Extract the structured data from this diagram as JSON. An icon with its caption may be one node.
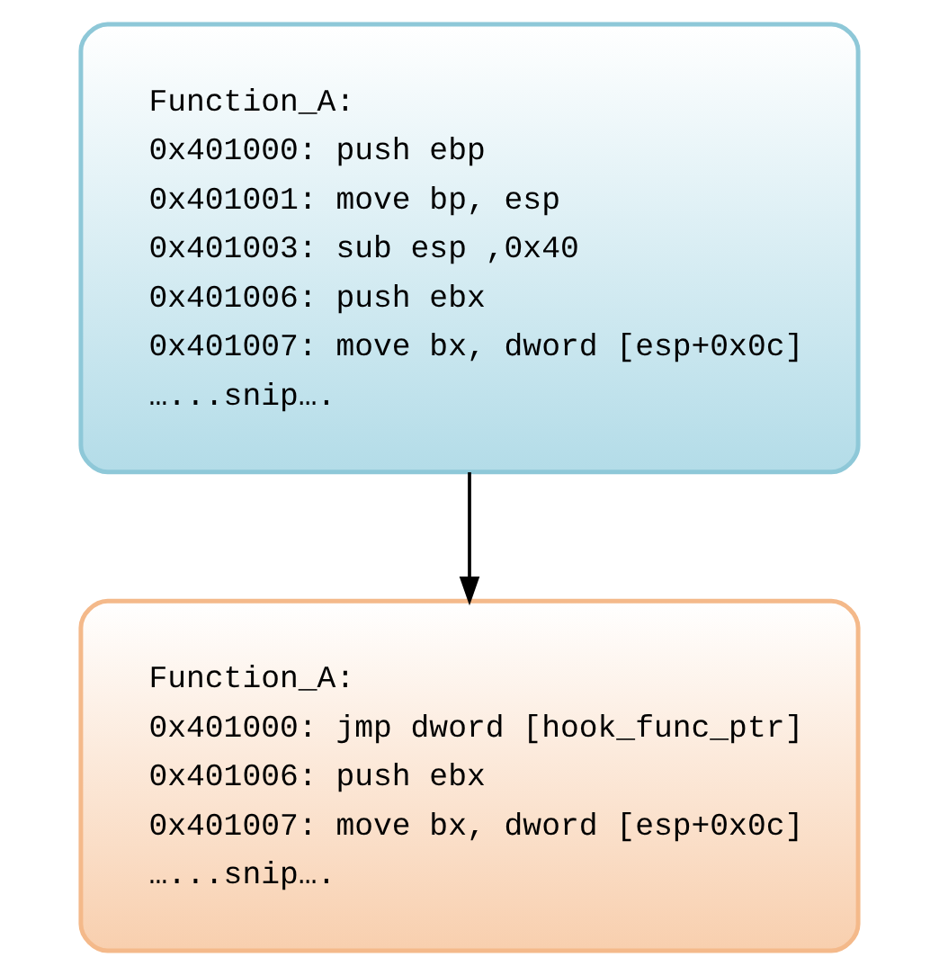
{
  "diagram": {
    "nodes": [
      {
        "text": [
          "Function_A:",
          "0x401000: push ebp",
          "0x401001: move bp, esp",
          "0x401003: sub esp ,0x40",
          "0x401006: push ebx",
          "0x401007: move bx, dword [esp+0x0c]",
          "…...snip…."
        ]
      },
      {
        "text": [
          "Function_A:",
          "0x401000: jmp dword [hook_func_ptr]",
          "0x401006: push ebx",
          "0x401007: move bx, dword [esp+0x0c]",
          "…...snip…."
        ]
      }
    ],
    "edges": [
      {
        "from": 0,
        "to": 1,
        "arrow": "to"
      }
    ]
  }
}
